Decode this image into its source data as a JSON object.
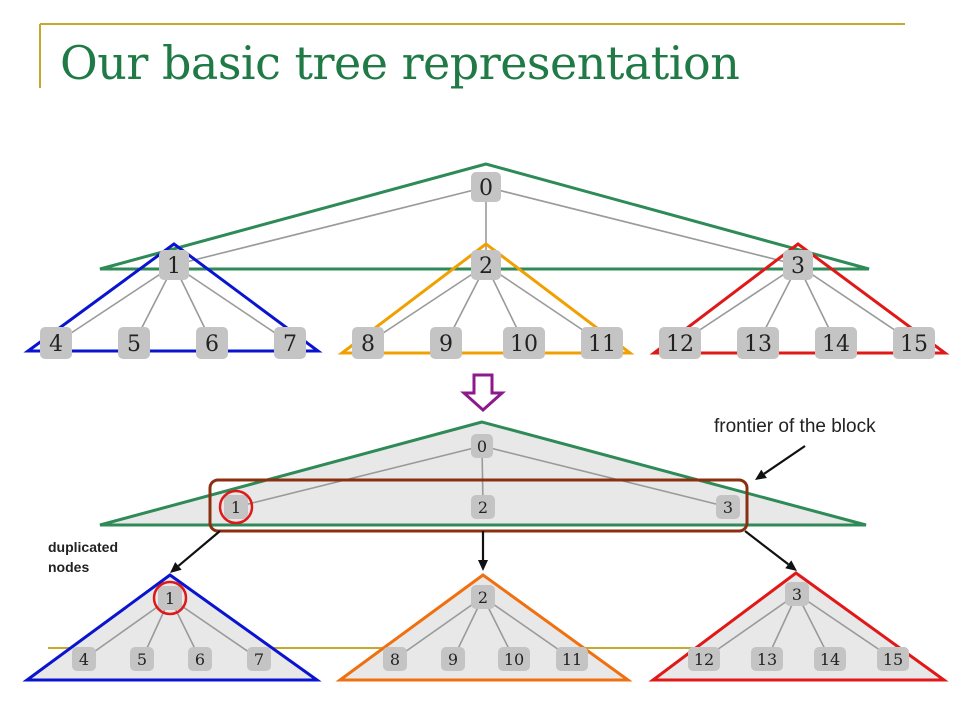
{
  "slide": {
    "title": "Our basic tree representation"
  },
  "colors": {
    "title_green": "#1f7a45",
    "frame_gold": "#c8a82c",
    "tri_green": "#2e8b57",
    "tri_blue": "#0a14d0",
    "tri_yellow": "#f0a000",
    "tri_orange": "#f07010",
    "tri_red": "#e01818",
    "block_frame": "#8b2f10",
    "arrow_purple": "#8b1a8b",
    "node_gray": "#c4c4c4"
  },
  "top_tree": {
    "root": "0",
    "level1": [
      "1",
      "2",
      "3"
    ],
    "leaves": [
      "4",
      "5",
      "6",
      "7",
      "8",
      "9",
      "10",
      "11",
      "12",
      "13",
      "14",
      "15"
    ]
  },
  "bottom_tree": {
    "root": "0",
    "frontier": [
      "1",
      "2",
      "3"
    ],
    "subtrees": [
      {
        "root": "1",
        "leaves": [
          "4",
          "5",
          "6",
          "7"
        ]
      },
      {
        "root": "2",
        "leaves": [
          "8",
          "9",
          "10",
          "11"
        ]
      },
      {
        "root": "3",
        "leaves": [
          "12",
          "13",
          "14",
          "15"
        ]
      }
    ]
  },
  "annotations": {
    "frontier_label": "frontier of the block",
    "duplicated_line1": "duplicated",
    "duplicated_line2": "nodes"
  }
}
